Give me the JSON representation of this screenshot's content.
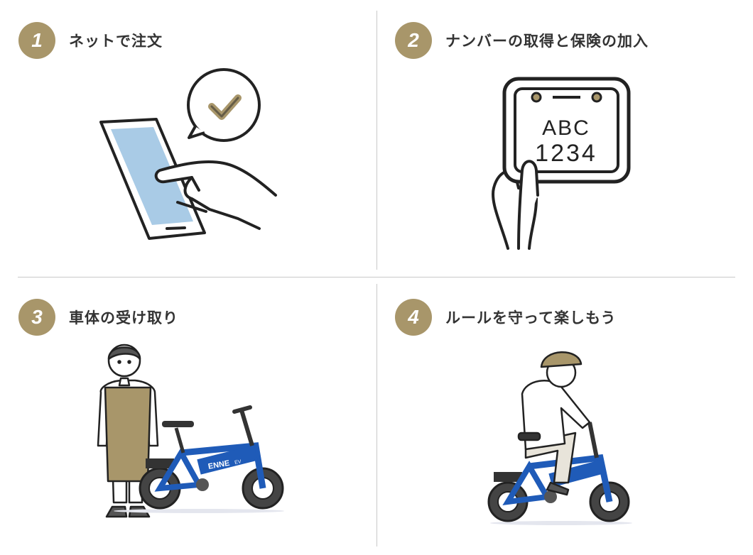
{
  "steps": [
    {
      "number": "1",
      "title": "ネットで注文"
    },
    {
      "number": "2",
      "title": "ナンバーの取得と保険の加入"
    },
    {
      "number": "3",
      "title": "車体の受け取り"
    },
    {
      "number": "4",
      "title": "ルールを守って楽しもう"
    }
  ],
  "plate": {
    "line1": "ABC",
    "line2": "1234"
  },
  "bike_brand": "ENNE",
  "bike_logo": "EV",
  "colors": {
    "badge": "#a8966a",
    "screen": "#a9cbe6",
    "bike": "#1f5bb8",
    "apron": "#a8966a"
  }
}
